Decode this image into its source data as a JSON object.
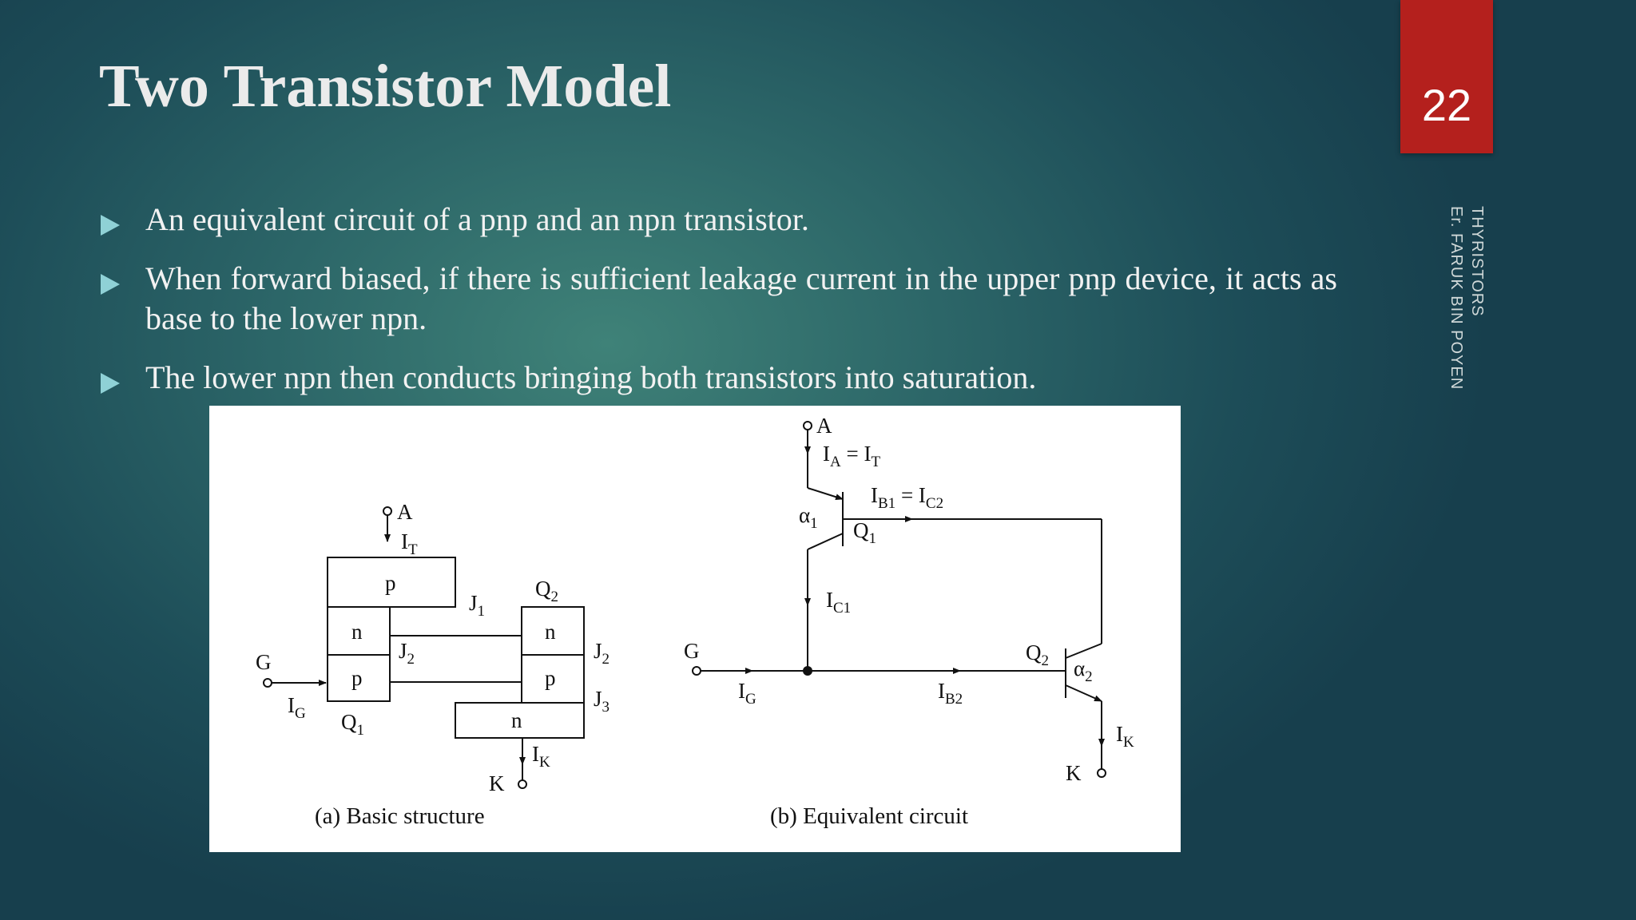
{
  "slide": {
    "title": "Two Transistor Model",
    "page_number": "22",
    "side_label": {
      "line1": "THYRISTORS",
      "line2": "Er. FARUK BIN POYEN"
    },
    "accent_color": "#b4201d",
    "bullet_color": "#8fd1d6",
    "bullet_icon": "triangle-right-icon"
  },
  "bullets": [
    "An equivalent circuit of a pnp and an npn transistor.",
    "When forward biased, if there is sufficient leakage current in the upper pnp device, it acts as base to the lower npn.",
    "The lower npn then conducts bringing both transistors into saturation."
  ],
  "figure": {
    "structure": {
      "caption": "(a) Basic structure",
      "anode": "A",
      "cathode": "K",
      "gate": "G",
      "current_T": {
        "main": "I",
        "sub": "T"
      },
      "current_K": {
        "main": "I",
        "sub": "K"
      },
      "current_G": {
        "main": "I",
        "sub": "G"
      },
      "junction_1": {
        "main": "J",
        "sub": "1"
      },
      "junction_2": {
        "main": "J",
        "sub": "2"
      },
      "junction_2b": {
        "main": "J",
        "sub": "2"
      },
      "junction_3": {
        "main": "J",
        "sub": "3"
      },
      "q1": {
        "main": "Q",
        "sub": "1"
      },
      "q2": {
        "main": "Q",
        "sub": "2"
      },
      "region_p": "p",
      "region_n": "n"
    },
    "circuit": {
      "caption": "(b) Equivalent circuit",
      "anode": "A",
      "cathode": "K",
      "gate": "G",
      "eq_IA": {
        "main": "I",
        "sub": "A",
        "mid": " = I",
        "sub2": "T"
      },
      "eq_IB1": {
        "main": "I",
        "sub": "B1",
        "mid": " = I",
        "sub2": "C2"
      },
      "current_C1": {
        "main": "I",
        "sub": "C1"
      },
      "current_G": {
        "main": "I",
        "sub": "G"
      },
      "current_B2": {
        "main": "I",
        "sub": "B2"
      },
      "current_K": {
        "main": "I",
        "sub": "K"
      },
      "alpha1": {
        "main": "α",
        "sub": "1"
      },
      "alpha2": {
        "main": "α",
        "sub": "2"
      },
      "q1": {
        "main": "Q",
        "sub": "1"
      },
      "q2": {
        "main": "Q",
        "sub": "2"
      }
    }
  }
}
